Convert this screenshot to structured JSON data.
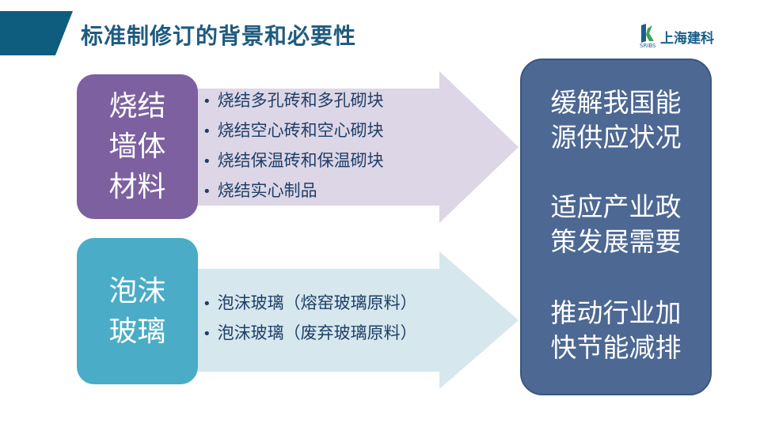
{
  "header": {
    "title": "标准制修订的背景和必要性",
    "logo_text": "上海建科",
    "logo_sub": "SRIBS"
  },
  "colors": {
    "banner": "#0f5d7e",
    "title": "#1f5b80",
    "fired_box": "#7c60a0",
    "fired_arrow": "#ddd6e6",
    "foam_box": "#4aacc6",
    "foam_arrow": "#d6e7ee",
    "goals_box": "#4d6893",
    "list_text": "#1f3f66"
  },
  "fired": {
    "label_line1": "烧结",
    "label_line2": "墙体",
    "label_line3": "材料",
    "items": [
      "烧结多孔砖和多孔砌块",
      "烧结空心砖和空心砌块",
      "烧结保温砖和保温砌块",
      "烧结实心制品"
    ]
  },
  "foam": {
    "label_line1": "泡沫",
    "label_line2": "玻璃",
    "items": [
      "泡沫玻璃（熔窑玻璃原料）",
      "泡沫玻璃（废弃玻璃原料）"
    ]
  },
  "goals": [
    {
      "line1": "缓解我国能",
      "line2": "源供应状况"
    },
    {
      "line1": "适应产业政",
      "line2": "策发展需要"
    },
    {
      "line1": "推动行业加",
      "line2": "快节能减排"
    }
  ]
}
